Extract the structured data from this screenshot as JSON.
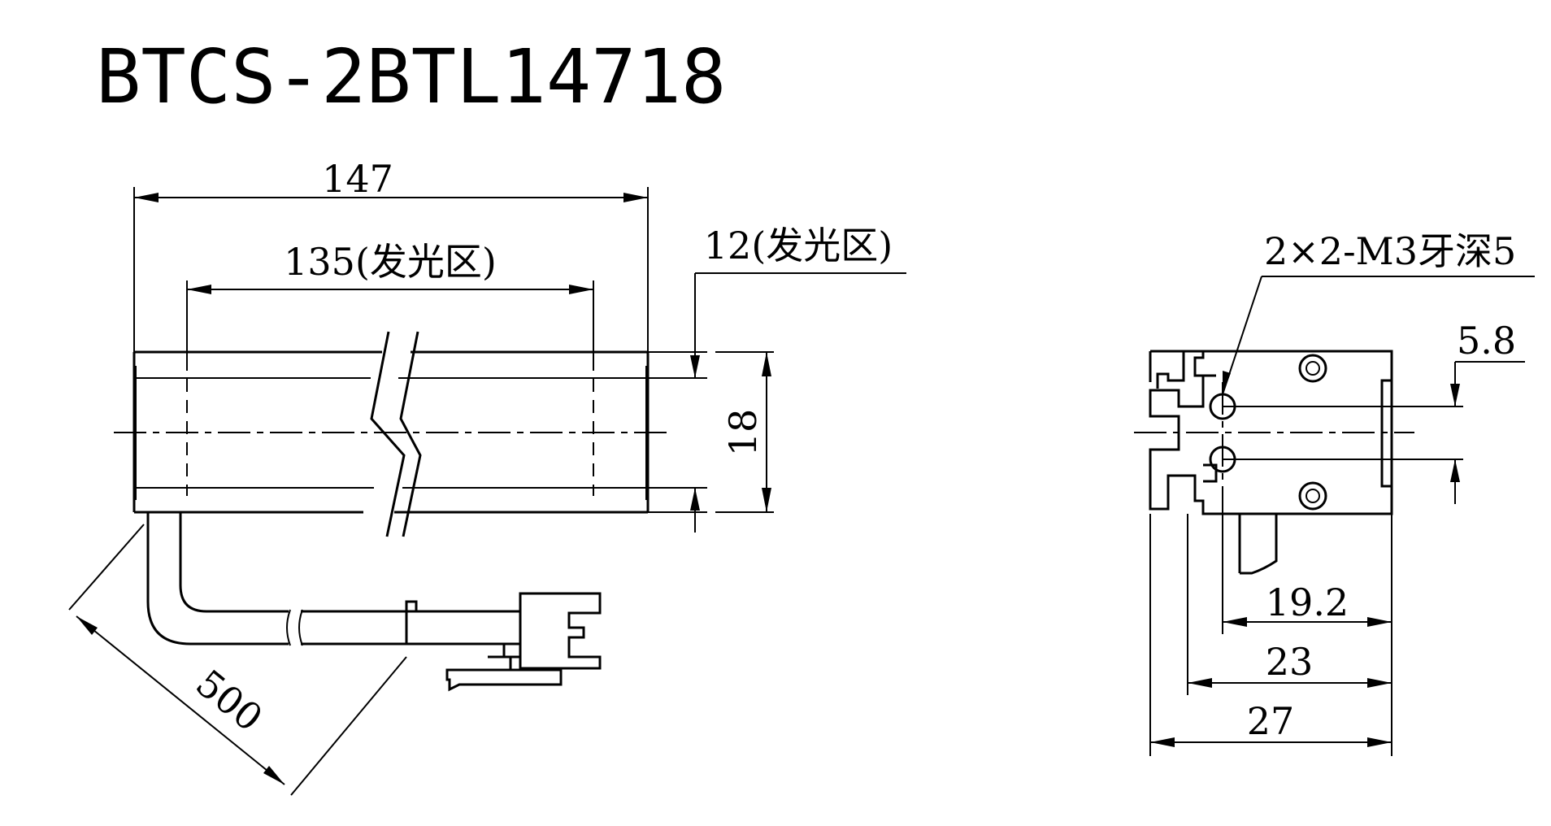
{
  "title": "BTCS-2BTL14718",
  "front_view": {
    "dim_total_length": "147",
    "dim_lit_length": "135(发光区)",
    "dim_lit_width": "12(发光区)",
    "dim_height": "18",
    "dim_cable_length": "500"
  },
  "side_view": {
    "thread_note": "2×2-M3牙深5",
    "dim_hole_offset": "5.8",
    "dim_19_2": "19.2",
    "dim_23": "23",
    "dim_27": "27"
  }
}
